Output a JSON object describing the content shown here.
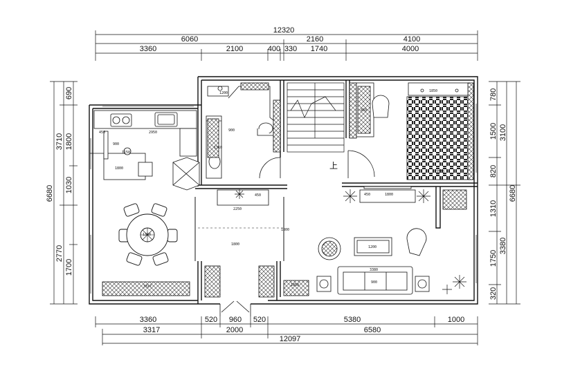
{
  "dimensions": {
    "top_total": "12320",
    "top_row1": [
      "6060",
      "2160",
      "4100"
    ],
    "top_row2": [
      "3360",
      "2100",
      "400",
      "330",
      "1740",
      "4000"
    ],
    "bottom_row1": [
      "3360",
      "520",
      "960",
      "520",
      "5380",
      "1000"
    ],
    "bottom_row2": [
      "3317",
      "2000",
      "6580"
    ],
    "bottom_total": "12097",
    "left_total": "6680",
    "left_row": [
      "690",
      "3710",
      "1800",
      "1030",
      "2770",
      "1700"
    ],
    "right_total": "6680",
    "right_row1": [
      "780",
      "1500",
      "820",
      "1310",
      "1750",
      "320"
    ],
    "right_row2": [
      "3100",
      "3380"
    ]
  },
  "furniture_labels": {
    "kitchen_counter": "2950",
    "kitchen_side": "450",
    "kitchen_depth": "900",
    "island": "1800",
    "stool": "1150",
    "dining_table": "1350",
    "sideboard": "3317",
    "bath_vanity": "1200",
    "bath_tub": "900",
    "bath_width": "1310",
    "corridor_cabinet": "2250",
    "corridor_cabinet_depth": "450",
    "corridor_length": "1800",
    "stair_landing": "1800",
    "tv_cabinet": "1800",
    "tv_depth": "450",
    "sofa": "3380",
    "sofa_depth": "900",
    "coffee_table": "1200",
    "side_table": "1050",
    "carpet": "3500",
    "wardrobe": "1850",
    "small_cabinet": "450"
  },
  "annotations": {
    "stair_up": "上"
  }
}
